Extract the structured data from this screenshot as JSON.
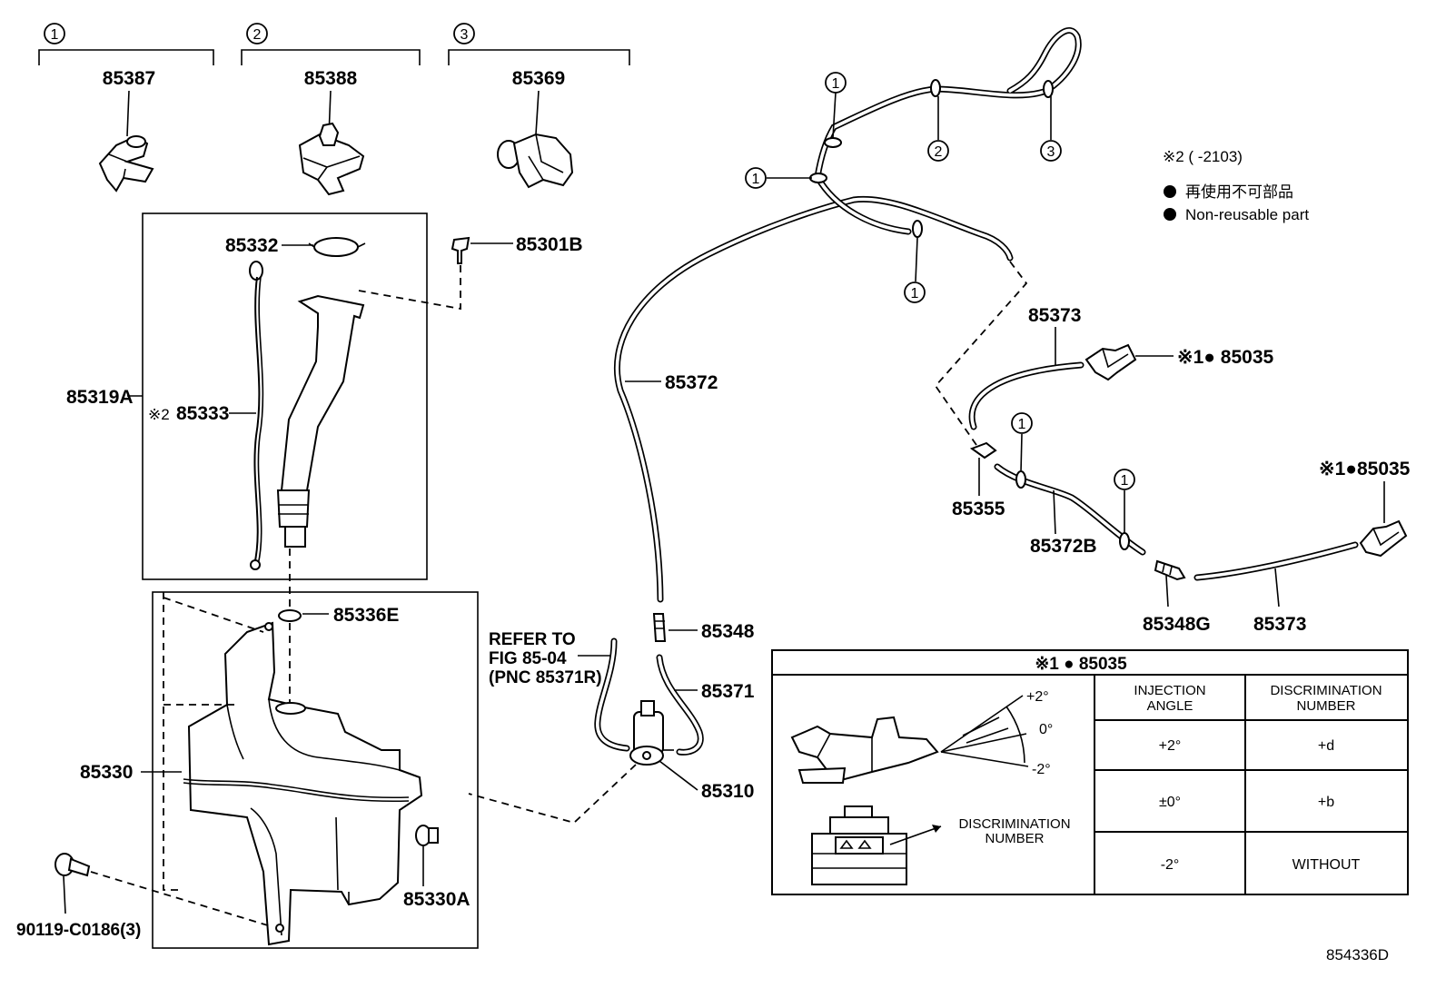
{
  "clip_groups": [
    {
      "marker": "1",
      "part": "85387"
    },
    {
      "marker": "2",
      "part": "85388"
    },
    {
      "marker": "3",
      "part": "85369"
    }
  ],
  "hose_markers": [
    "1",
    "1",
    "2",
    "3",
    "1",
    "1",
    "1"
  ],
  "legend": {
    "code_note": "※2 (      -2103)",
    "non_reusable_jp": "再使用不可部品",
    "non_reusable_en": "Non-reusable part"
  },
  "labels": {
    "p85332": "85332",
    "p85301B": "85301B",
    "p85319A": "85319A",
    "p85333_prefix": "※2",
    "p85333": "85333",
    "p85336E": "85336E",
    "p85330": "85330",
    "p85330A": "85330A",
    "p90119": "90119-C0186(3)",
    "p85372": "85372",
    "p85348": "85348",
    "p85371": "85371",
    "p85310": "85310",
    "refer_line1": "REFER TO",
    "refer_line2": "FIG 85-04",
    "refer_line3": "(PNC 85371R)",
    "p85373_top": "85373",
    "p85035_top": "※1● 85035",
    "p85035_right": "※1●85035",
    "p85355": "85355",
    "p85372B": "85372B",
    "p85348G": "85348G",
    "p85373_bottom": "85373",
    "figure_code": "854336D"
  },
  "detail_box": {
    "title": "※1 ● 85035",
    "angle_labels": [
      "+2°",
      "0°",
      "-2°"
    ],
    "discrimination_label_line1": "DISCRIMINATION",
    "discrimination_label_line2": "NUMBER",
    "table": {
      "headers": [
        [
          "INJECTION",
          "ANGLE"
        ],
        [
          "DISCRIMINATION",
          "NUMBER"
        ]
      ],
      "rows": [
        [
          "+2°",
          "+d"
        ],
        [
          "±0°",
          "+b"
        ],
        [
          "-2°",
          "WITHOUT"
        ]
      ]
    }
  }
}
